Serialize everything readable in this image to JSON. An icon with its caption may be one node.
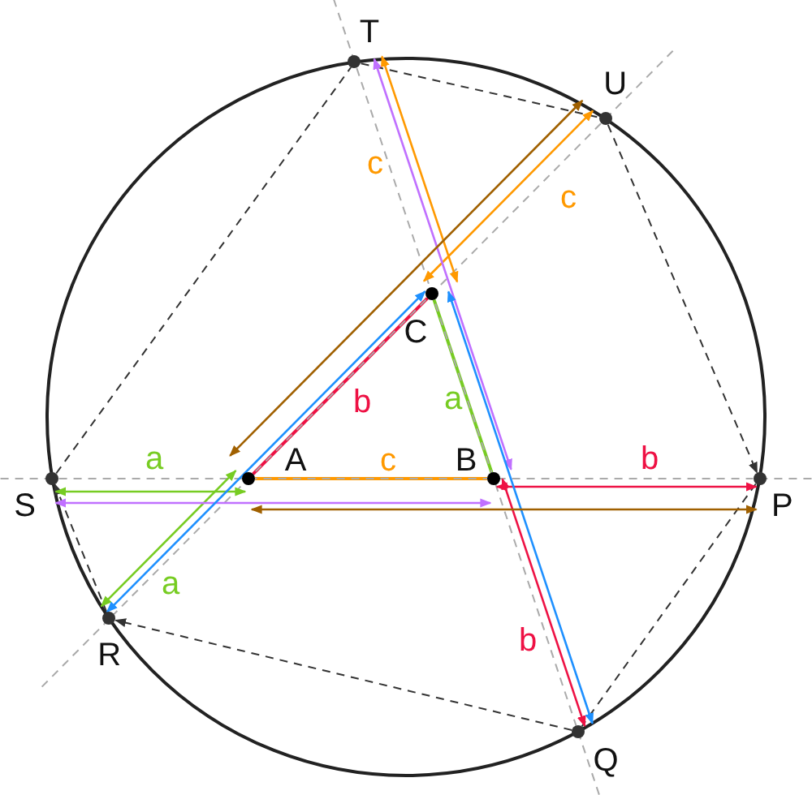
{
  "diagram": {
    "nodes": [
      {
        "text": [
          "A"
        ]
      },
      {
        "text": [
          "B"
        ]
      },
      {
        "text": [
          "C"
        ]
      },
      {
        "text": [
          "P"
        ]
      },
      {
        "text": [
          "Q"
        ]
      },
      {
        "text": [
          "R"
        ]
      },
      {
        "text": [
          "S"
        ]
      },
      {
        "text": [
          "T"
        ]
      },
      {
        "text": [
          "U"
        ]
      }
    ],
    "edges": [
      {
        "from": 0,
        "to": 1,
        "arrow": "none",
        "label": "c",
        "color": "#ff9900"
      },
      {
        "from": 1,
        "to": 2,
        "arrow": "none",
        "label": "a",
        "color": "#77cc22"
      },
      {
        "from": 2,
        "to": 0,
        "arrow": "none",
        "label": "b",
        "color": "#ee1144"
      },
      {
        "from": 6,
        "to": 3,
        "arrow": "none",
        "style": "dashed",
        "color": "#aaaaaa"
      },
      {
        "from": 7,
        "to": 4,
        "arrow": "none",
        "style": "dashed",
        "color": "#aaaaaa"
      },
      {
        "from": 8,
        "to": 5,
        "arrow": "none",
        "style": "dashed",
        "color": "#aaaaaa"
      },
      {
        "from": 6,
        "to": 7,
        "arrow": "none",
        "style": "dashed"
      },
      {
        "from": 7,
        "to": 8,
        "arrow": "none",
        "style": "dashed"
      },
      {
        "from": 8,
        "to": 3,
        "arrow": "to",
        "style": "dashed"
      },
      {
        "from": 3,
        "to": 4,
        "arrow": "none",
        "style": "dashed"
      },
      {
        "from": 4,
        "to": 5,
        "arrow": "to",
        "style": "dashed"
      },
      {
        "from": 5,
        "to": 6,
        "arrow": "to",
        "style": "dashed"
      },
      {
        "from": 6,
        "to": 0,
        "arrow": "both",
        "label": "a",
        "color": "#77cc22"
      },
      {
        "from": 0,
        "to": 5,
        "arrow": "both",
        "label": "a",
        "color": "#77cc22"
      },
      {
        "from": 1,
        "to": 3,
        "arrow": "both",
        "label": "b",
        "color": "#ee1144"
      },
      {
        "from": 1,
        "to": 4,
        "arrow": "both",
        "label": "b",
        "color": "#ee1144"
      },
      {
        "from": 7,
        "to": 2,
        "arrow": "both",
        "label": "c",
        "color": "#ff9900"
      },
      {
        "from": 2,
        "to": 8,
        "arrow": "both",
        "label": "c",
        "color": "#ff9900"
      },
      {
        "from": 6,
        "to": 1,
        "arrow": "both",
        "color": "#c070ff"
      },
      {
        "from": 7,
        "to": 1,
        "arrow": "both",
        "color": "#c070ff"
      },
      {
        "from": 5,
        "to": 2,
        "arrow": "both",
        "color": "#1e90ff"
      },
      {
        "from": 4,
        "to": 2,
        "arrow": "both",
        "color": "#1e90ff"
      },
      {
        "from": 0,
        "to": 3,
        "arrow": "both",
        "color": "#a06000"
      },
      {
        "from": 0,
        "to": 8,
        "arrow": "both",
        "color": "#a06000"
      }
    ]
  }
}
